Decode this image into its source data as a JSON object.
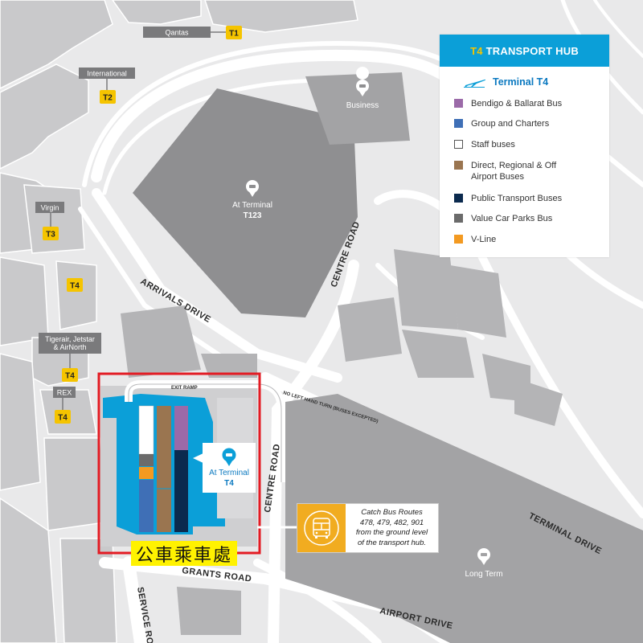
{
  "legend": {
    "title_accent": "T4",
    "title_rest": "TRANSPORT HUB",
    "terminal_label": "Terminal T4",
    "items": [
      {
        "label": "Bendigo & Ballarat Bus",
        "color": "#9b6aa8"
      },
      {
        "label": "Group and Charters",
        "color": "#3f6fb6"
      },
      {
        "label": "Staff buses",
        "color": "#ffffff"
      },
      {
        "label": "Direct, Regional & Off Airport Buses",
        "color": "#9a7550"
      },
      {
        "label": "Public Transport Buses",
        "color": "#0b2a4e"
      },
      {
        "label": "Value Car Parks Bus",
        "color": "#6b6b6b"
      },
      {
        "label": "V-Line",
        "color": "#f39a21"
      }
    ]
  },
  "terminals": [
    {
      "airline": "Qantas",
      "tag": "T1"
    },
    {
      "airline": "International",
      "tag": "T2"
    },
    {
      "airline": "Virgin",
      "tag": "T3"
    },
    {
      "airline": "",
      "tag": "T4"
    },
    {
      "airline": "Tigerair, Jetstar & AirNorth",
      "tag": "T4"
    },
    {
      "airline": "REX",
      "tag": "T4"
    }
  ],
  "carparks": {
    "business": "Business",
    "at_terminal_123_line1": "At Terminal",
    "at_terminal_123_line2": "T123",
    "long_term": "Long Term",
    "at_terminal_t4_line1": "At Terminal",
    "at_terminal_t4_line2": "T4"
  },
  "roads": {
    "arrivals_drive": "ARRIVALS DRIVE",
    "centre_road_north": "CENTRE ROAD",
    "centre_road_south": "CENTRE ROAD",
    "terminal_drive": "TERMINAL DRIVE",
    "grants_road": "GRANTS ROAD",
    "airport_drive": "AIRPORT DRIVE",
    "service_road": "SERVICE ROAD",
    "exit_ramp": "EXIT RAMP",
    "no_left_turn": "NO LEFT HAND TURN (BUSES EXCEPTED)"
  },
  "bus_info": {
    "line1": "Catch Bus Routes",
    "line2": "478, 479, 482, 901",
    "line3": "from the ground level",
    "line4": "of the transport hub."
  },
  "cn_label": "公車乘車處",
  "colors": {
    "hub_blue": "#0b9fd8",
    "highlight_red": "#e31b23",
    "tag_yellow": "#f5c400"
  }
}
